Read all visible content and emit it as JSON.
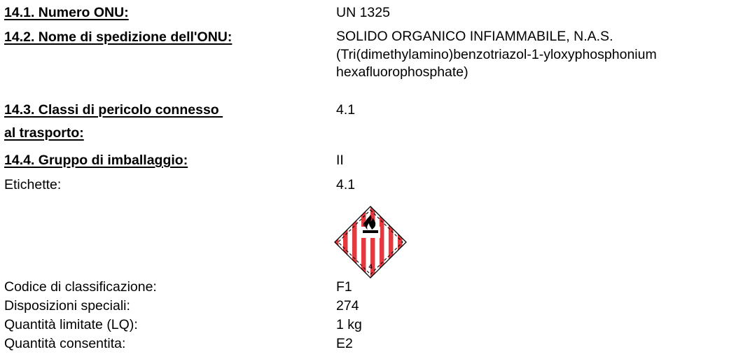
{
  "section_14": {
    "un_number": {
      "label": "14.1. Numero ONU:",
      "value": "UN 1325"
    },
    "shipping_name": {
      "label": "14.2. Nome di spedizione dell'ONU:",
      "value_line1": "SOLIDO ORGANICO INFIAMMABILE, N.A.S.",
      "value_line2": "(Tri(dimethylamino)benzotriazol-1-yloxyphosphonium",
      "value_line3": "hexafluorophosphate)"
    },
    "hazard_class": {
      "label_line1": "14.3. Classi di pericolo connesso ",
      "label_line2": "al trasporto:",
      "value": "4.1"
    },
    "packing_group": {
      "label": "14.4. Gruppo di imballaggio:",
      "value": "II"
    },
    "labels": {
      "label": "Etichette:",
      "value": "4.1",
      "placard": {
        "icon": "flammable-solid-class-4-placard",
        "class_number": "4",
        "stripe_color": "#e8383d",
        "background_color": "#ffffff"
      }
    },
    "classification_code": {
      "label": "Codice di classificazione:",
      "value": "F1"
    },
    "special_provisions": {
      "label": "Disposizioni speciali:",
      "value": "274"
    },
    "limited_quantities": {
      "label": "Quantità limitate (LQ):",
      "value": "1 kg"
    },
    "excepted_quantities": {
      "label": "Quantità consentita:",
      "value": "E2"
    }
  }
}
